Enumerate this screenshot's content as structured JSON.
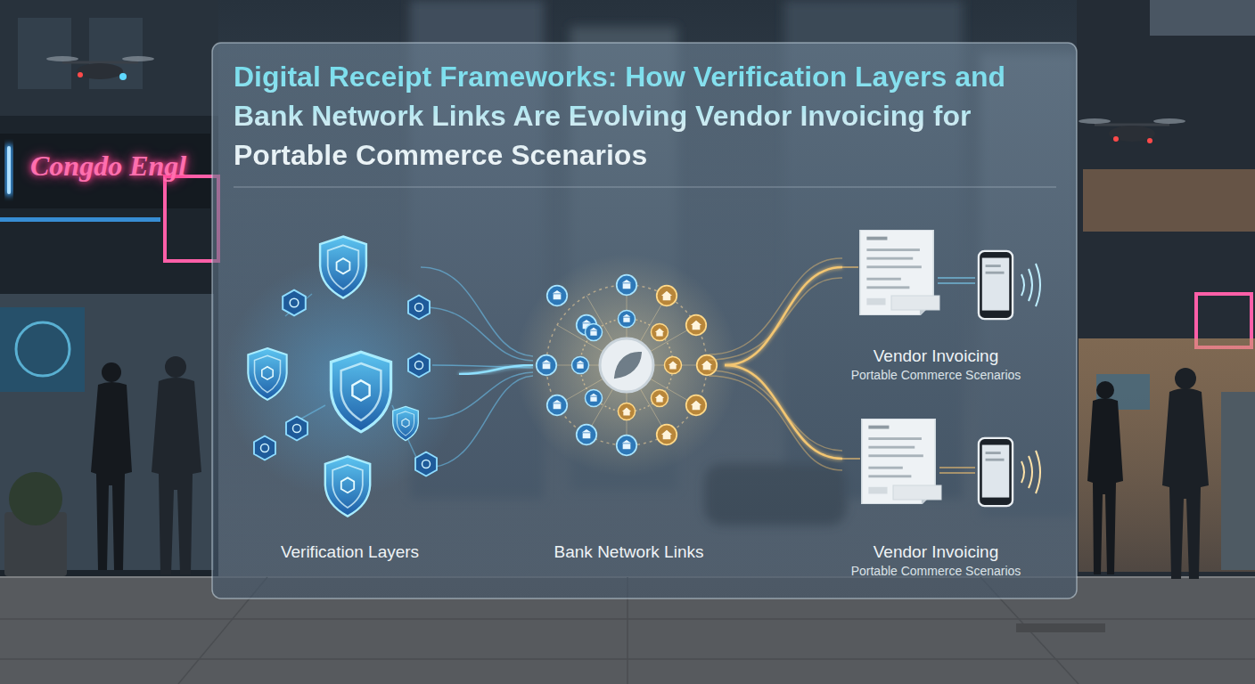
{
  "diagram": {
    "title": "Digital Receipt Frameworks: How Verification Layers and Bank Network Links Are Evolving Vendor Invoicing for Portable Commerce Scenarios",
    "nodes": [
      {
        "text": [
          "Verification Layers"
        ]
      },
      {
        "text": [
          "Bank Network Links"
        ]
      },
      {
        "text": [
          "Vendor Invoicing",
          "Portable Commerce Scenarios"
        ]
      },
      {
        "text": [
          "Vendor Invoicing",
          "Portable Commerce Scenarios"
        ]
      }
    ],
    "edges": [
      {
        "from": 0,
        "to": 1,
        "arrow": "none"
      },
      {
        "from": 1,
        "to": 2,
        "arrow": "none"
      },
      {
        "from": 1,
        "to": 3,
        "arrow": "none"
      }
    ],
    "labels": [
      "Congdo Engl"
    ]
  }
}
